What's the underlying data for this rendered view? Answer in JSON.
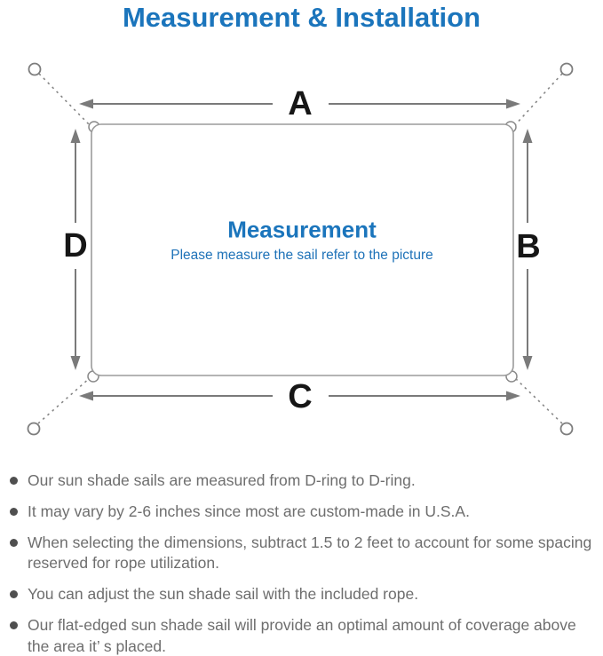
{
  "page": {
    "title": "Measurement & Installation"
  },
  "diagram": {
    "labels": {
      "top": "A",
      "right": "B",
      "bottom": "C",
      "left": "D"
    },
    "center_title": "Measurement",
    "center_subtitle": "Please measure the sail refer to the picture"
  },
  "bullets": [
    "Our sun shade sails are measured from D-ring to D-ring.",
    "It may vary by 2-6 inches since most are custom-made in U.S.A.",
    "When selecting the dimensions, subtract 1.5 to 2 feet to account for some spacing reserved for rope utilization.",
    "You can adjust the sun shade sail with the included rope.",
    "Our flat-edged sun shade sail will provide an optimal amount of coverage above the area it’ s placed."
  ],
  "colors": {
    "accent_blue": "#1b75bc",
    "diagram_line_gray": "#7a7a7a",
    "sail_border_gray": "#9b9b9b",
    "body_text_gray": "#6e6e6e",
    "bullet_dot_gray": "#4f4f4f",
    "label_black": "#161616"
  }
}
